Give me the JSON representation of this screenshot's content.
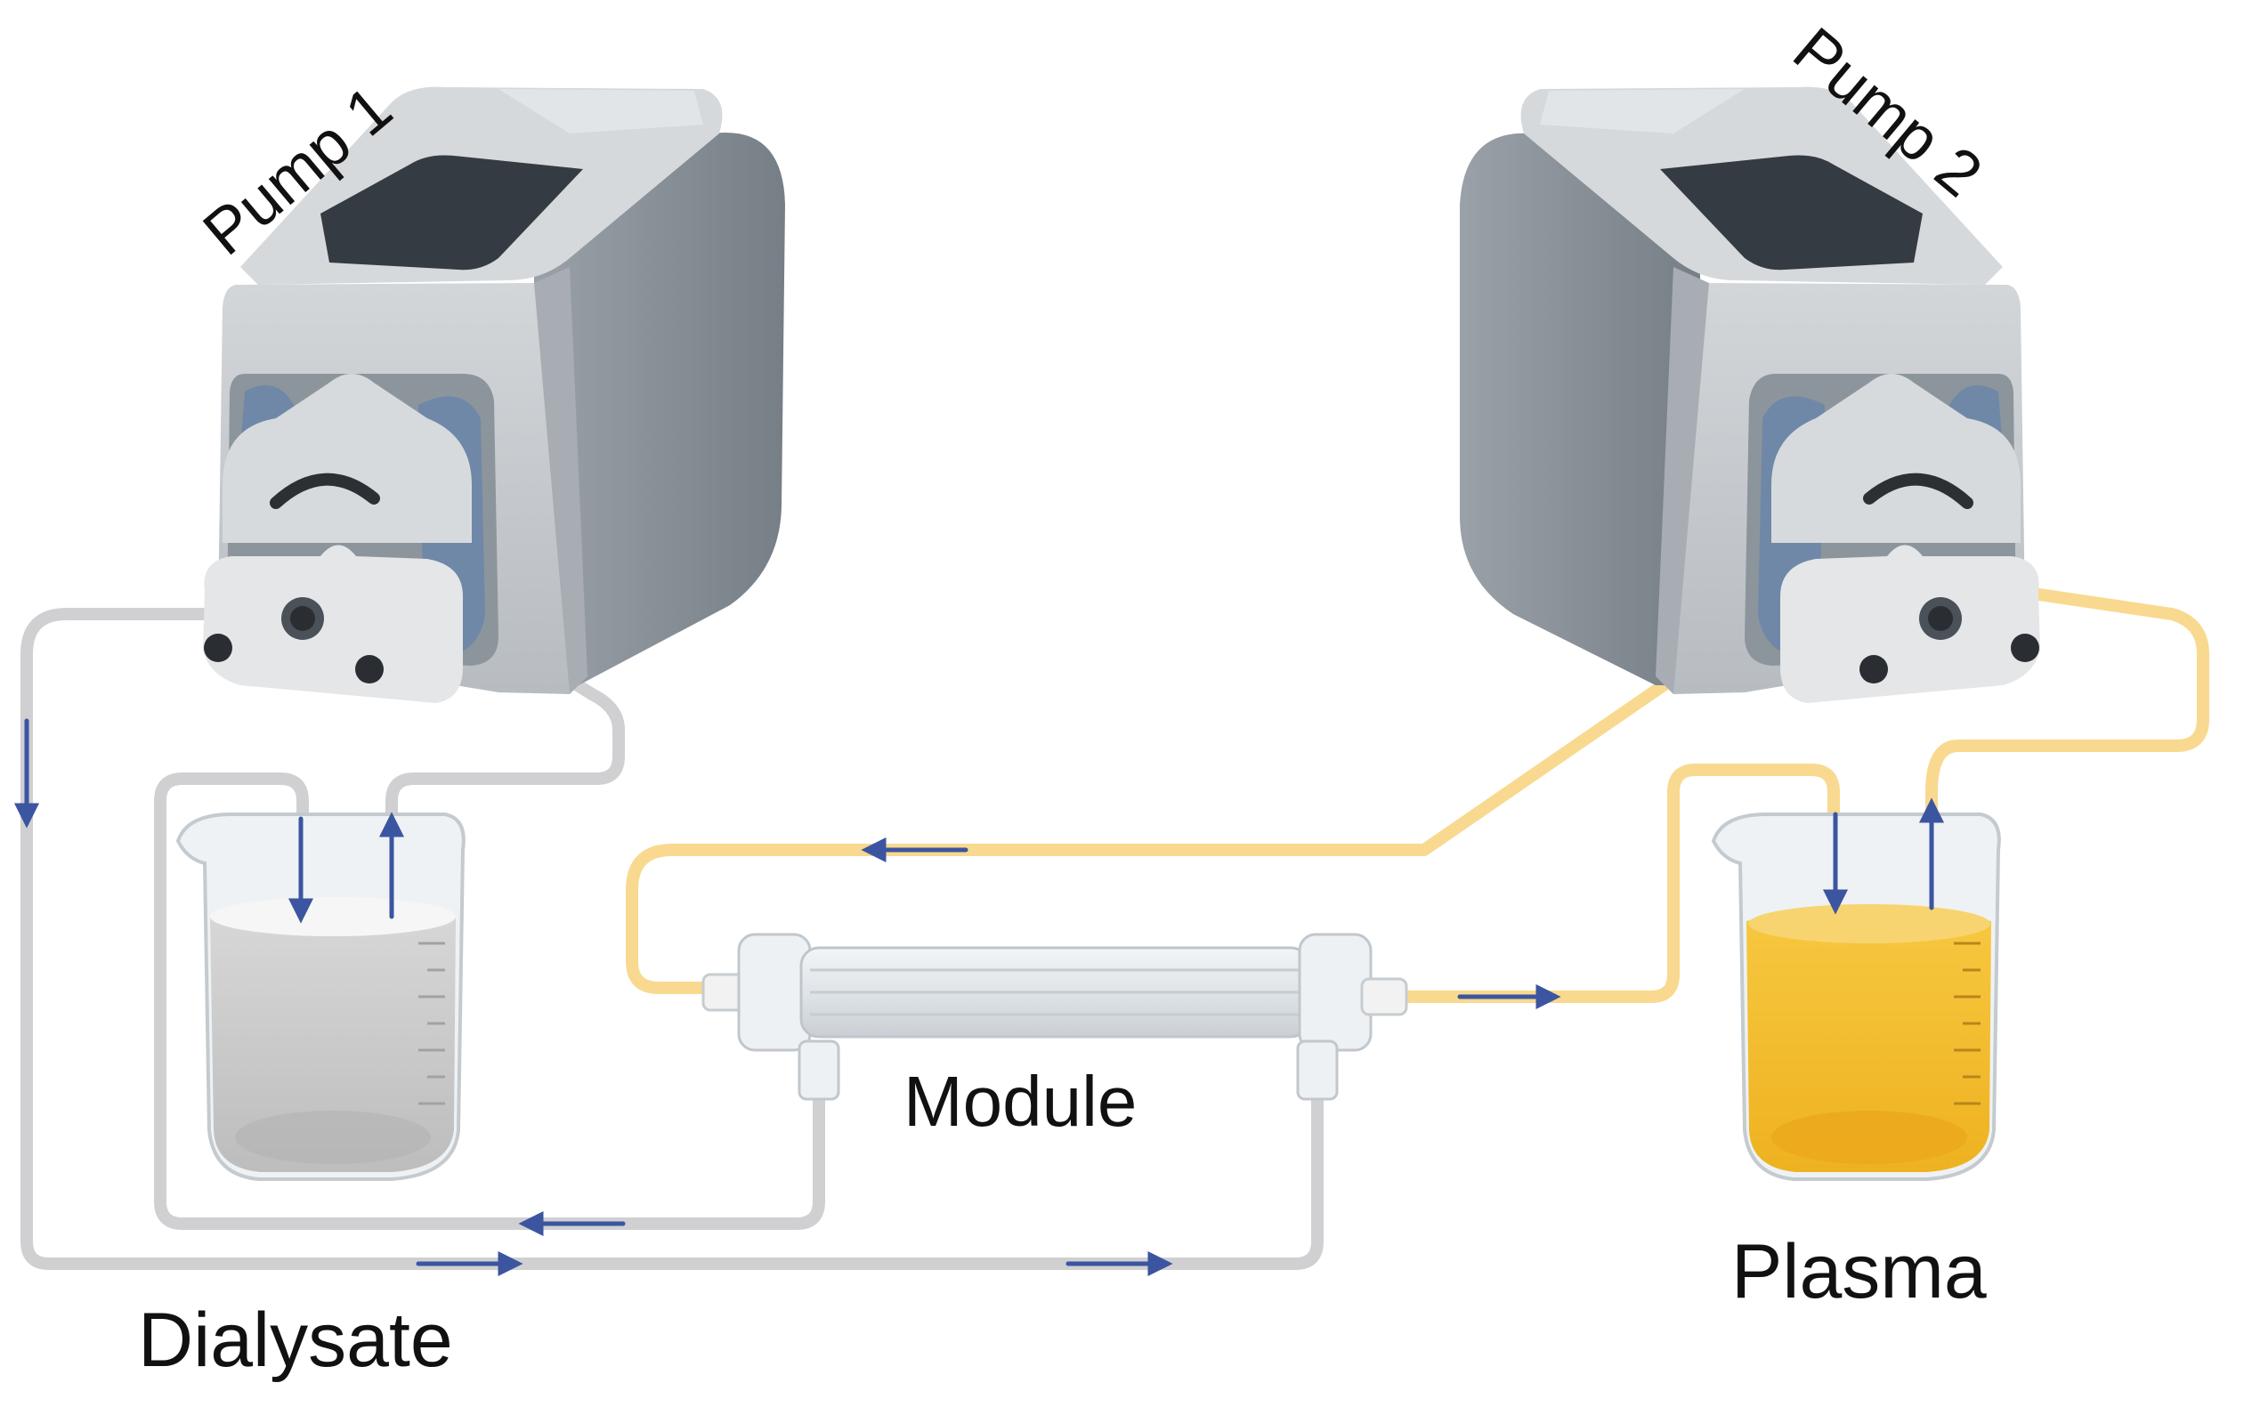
{
  "labels": {
    "pump1": "Pump 1",
    "pump2": "Pump 2",
    "module": "Module",
    "dialysate": "Dialysate",
    "plasma": "Plasma"
  },
  "colors": {
    "dialysate_tube": "#d0d0d2",
    "plasma_tube": "#f8d98f",
    "arrow": "#3b55a0",
    "pump_body": "#c3c7cb",
    "pump_dark": "#7f878f",
    "pump_screen": "#353b42",
    "pump_clamp": "#6f88a8",
    "dialysate_liquid": "#cfcfcf",
    "plasma_liquid": "#f4bc2c",
    "beaker_glass": "#eef2f4"
  },
  "icons": {
    "pump1": "peristaltic-pump-icon",
    "pump2": "peristaltic-pump-icon",
    "dialysate_beaker": "beaker-icon",
    "plasma_beaker": "beaker-icon",
    "module": "hollow-fiber-module-icon"
  }
}
